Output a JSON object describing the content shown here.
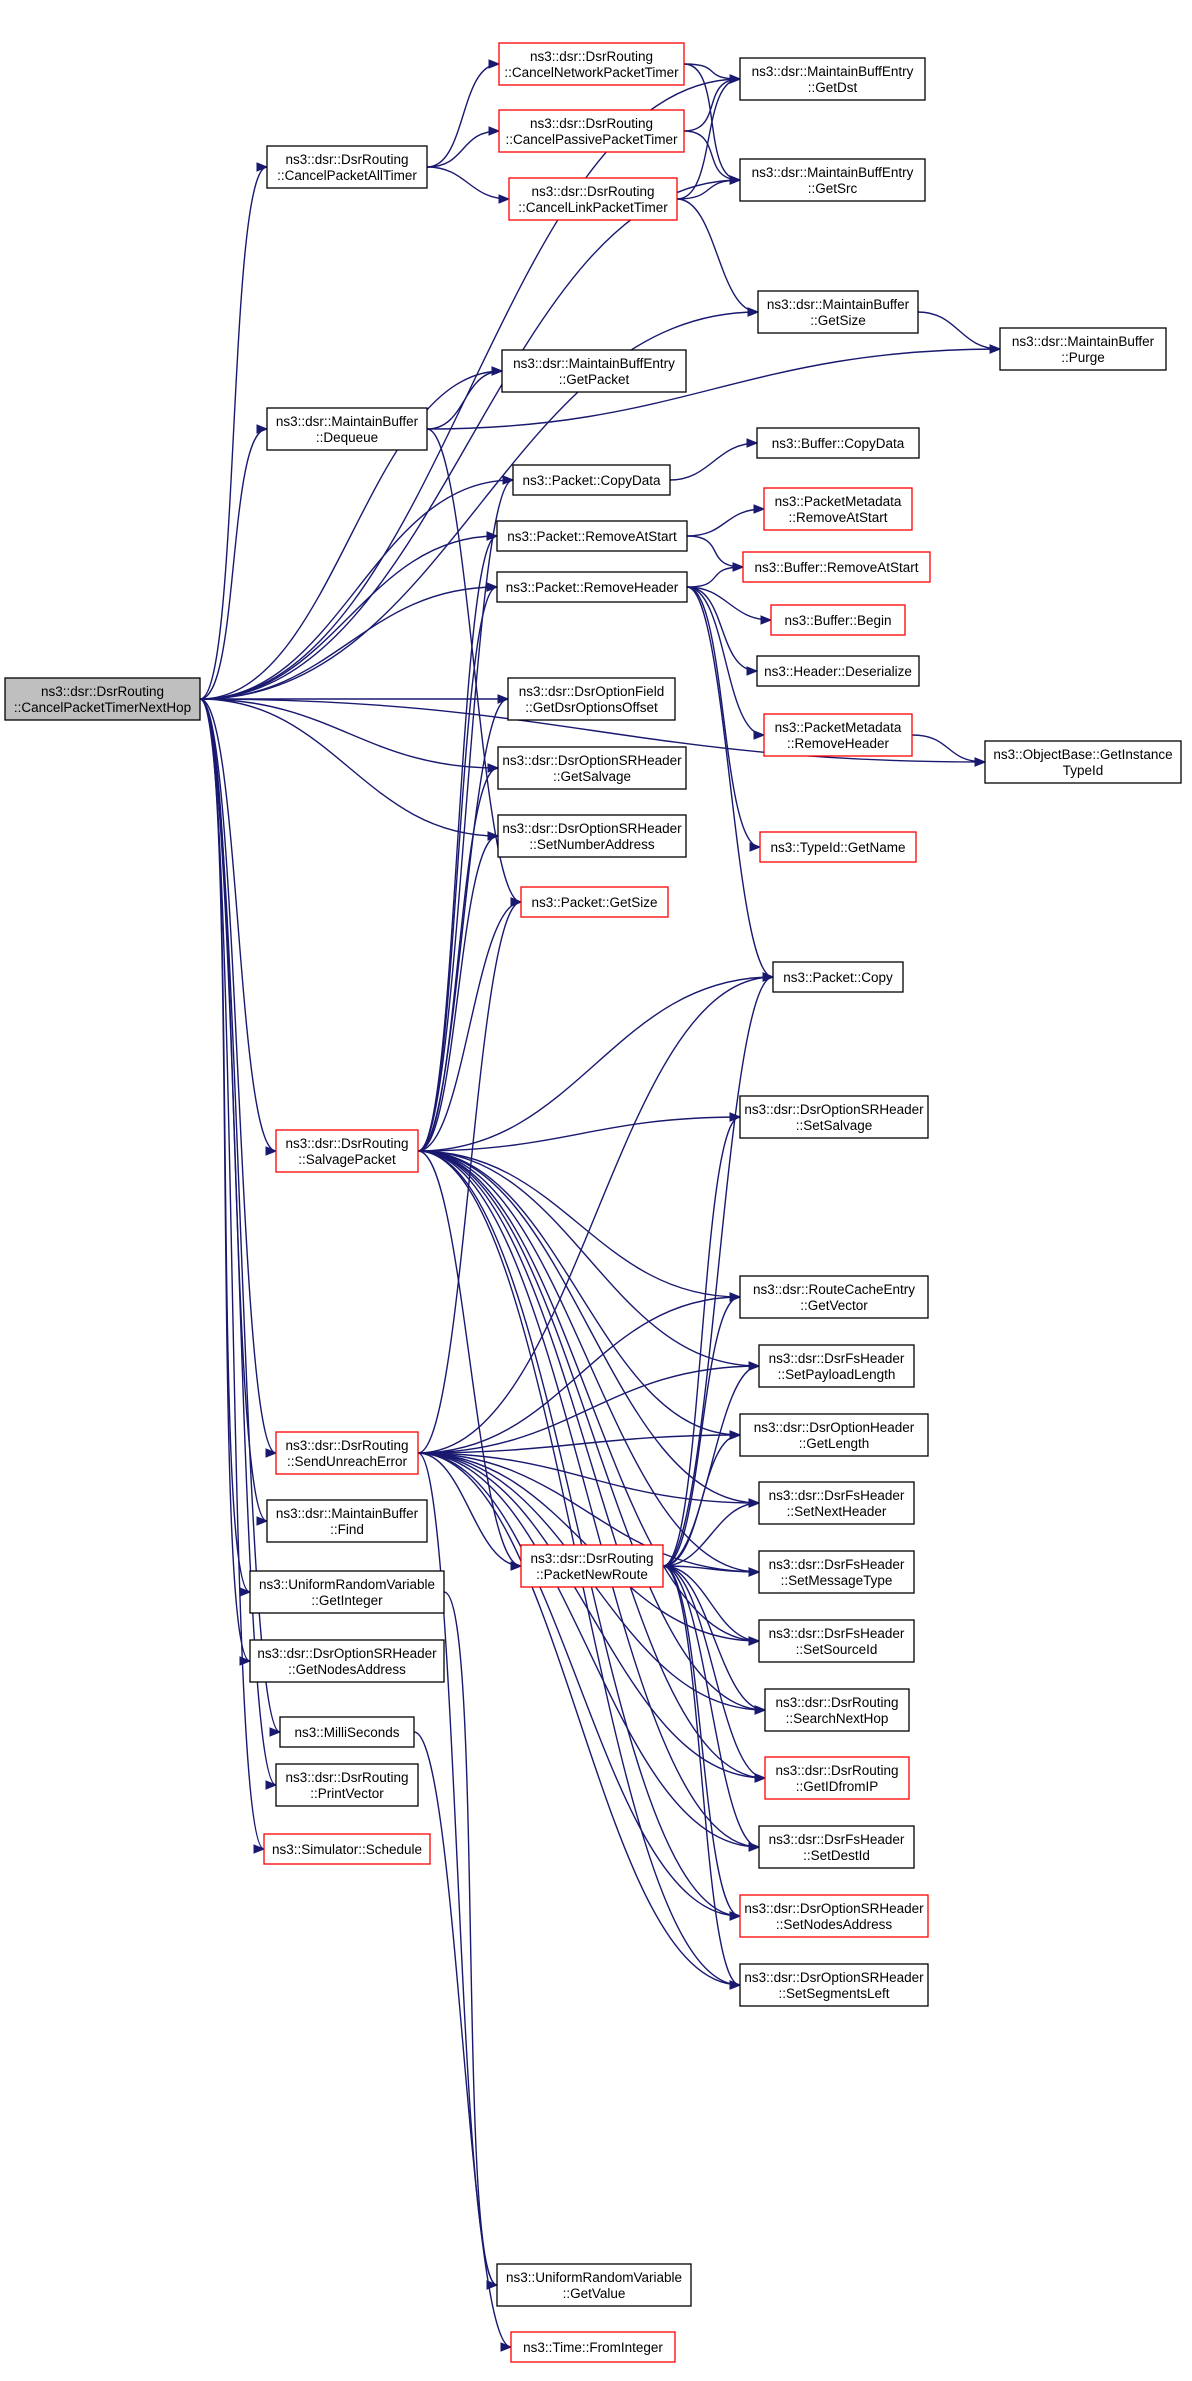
{
  "diagram": {
    "nodes": [
      {
        "id": "root",
        "lines": [
          "ns3::dsr::DsrRouting",
          "::CancelPacketTimerNextHop"
        ],
        "style": "root"
      },
      {
        "id": "cancelPacketAllTimer",
        "lines": [
          "ns3::dsr::DsrRouting",
          "::CancelPacketAllTimer"
        ],
        "style": "black"
      },
      {
        "id": "cancelNetworkPacketTimer",
        "lines": [
          "ns3::dsr::DsrRouting",
          "::CancelNetworkPacketTimer"
        ],
        "style": "red"
      },
      {
        "id": "cancelPassivePacketTimer",
        "lines": [
          "ns3::dsr::DsrRouting",
          "::CancelPassivePacketTimer"
        ],
        "style": "red"
      },
      {
        "id": "cancelLinkPacketTimer",
        "lines": [
          "ns3::dsr::DsrRouting",
          "::CancelLinkPacketTimer"
        ],
        "style": "red"
      },
      {
        "id": "mbeGetDst",
        "lines": [
          "ns3::dsr::MaintainBuffEntry",
          "::GetDst"
        ],
        "style": "black"
      },
      {
        "id": "mbeGetSrc",
        "lines": [
          "ns3::dsr::MaintainBuffEntry",
          "::GetSrc"
        ],
        "style": "black"
      },
      {
        "id": "mbGetSize",
        "lines": [
          "ns3::dsr::MaintainBuffer",
          "::GetSize"
        ],
        "style": "black"
      },
      {
        "id": "mbPurge",
        "lines": [
          "ns3::dsr::MaintainBuffer",
          "::Purge"
        ],
        "style": "black"
      },
      {
        "id": "mbeGetPacket",
        "lines": [
          "ns3::dsr::MaintainBuffEntry",
          "::GetPacket"
        ],
        "style": "black"
      },
      {
        "id": "mbDequeue",
        "lines": [
          "ns3::dsr::MaintainBuffer",
          "::Dequeue"
        ],
        "style": "black"
      },
      {
        "id": "packetCopyData",
        "lines": [
          "ns3::Packet::CopyData"
        ],
        "style": "black"
      },
      {
        "id": "bufferCopyData",
        "lines": [
          "ns3::Buffer::CopyData"
        ],
        "style": "black"
      },
      {
        "id": "packetRemoveAtStart",
        "lines": [
          "ns3::Packet::RemoveAtStart"
        ],
        "style": "black"
      },
      {
        "id": "pmRemoveAtStart",
        "lines": [
          "ns3::PacketMetadata",
          "::RemoveAtStart"
        ],
        "style": "red"
      },
      {
        "id": "bufferRemoveAtStart",
        "lines": [
          "ns3::Buffer::RemoveAtStart"
        ],
        "style": "red"
      },
      {
        "id": "packetRemoveHeader",
        "lines": [
          "ns3::Packet::RemoveHeader"
        ],
        "style": "black"
      },
      {
        "id": "bufferBegin",
        "lines": [
          "ns3::Buffer::Begin"
        ],
        "style": "red"
      },
      {
        "id": "headerDeserialize",
        "lines": [
          "ns3::Header::Deserialize"
        ],
        "style": "black"
      },
      {
        "id": "pmRemoveHeader",
        "lines": [
          "ns3::PacketMetadata",
          "::RemoveHeader"
        ],
        "style": "red"
      },
      {
        "id": "objectBaseGetInstanceTypeId",
        "lines": [
          "ns3::ObjectBase::GetInstance",
          "TypeId"
        ],
        "style": "black"
      },
      {
        "id": "typeIdGetName",
        "lines": [
          "ns3::TypeId::GetName"
        ],
        "style": "red"
      },
      {
        "id": "dofGetDsrOptionsOffset",
        "lines": [
          "ns3::dsr::DsrOptionField",
          "::GetDsrOptionsOffset"
        ],
        "style": "black"
      },
      {
        "id": "srhGetSalvage",
        "lines": [
          "ns3::dsr::DsrOptionSRHeader",
          "::GetSalvage"
        ],
        "style": "black"
      },
      {
        "id": "srhSetNumberAddress",
        "lines": [
          "ns3::dsr::DsrOptionSRHeader",
          "::SetNumberAddress"
        ],
        "style": "black"
      },
      {
        "id": "packetGetSize",
        "lines": [
          "ns3::Packet::GetSize"
        ],
        "style": "red"
      },
      {
        "id": "packetCopy",
        "lines": [
          "ns3::Packet::Copy"
        ],
        "style": "black"
      },
      {
        "id": "salvagePacket",
        "lines": [
          "ns3::dsr::DsrRouting",
          "::SalvagePacket"
        ],
        "style": "red"
      },
      {
        "id": "srhSetSalvage",
        "lines": [
          "ns3::dsr::DsrOptionSRHeader",
          "::SetSalvage"
        ],
        "style": "black"
      },
      {
        "id": "rceGetVector",
        "lines": [
          "ns3::dsr::RouteCacheEntry",
          "::GetVector"
        ],
        "style": "black"
      },
      {
        "id": "fsSetPayloadLength",
        "lines": [
          "ns3::dsr::DsrFsHeader",
          "::SetPayloadLength"
        ],
        "style": "black"
      },
      {
        "id": "sendUnreachError",
        "lines": [
          "ns3::dsr::DsrRouting",
          "::SendUnreachError"
        ],
        "style": "red"
      },
      {
        "id": "ohGetLength",
        "lines": [
          "ns3::dsr::DsrOptionHeader",
          "::GetLength"
        ],
        "style": "black"
      },
      {
        "id": "fsSetNextHeader",
        "lines": [
          "ns3::dsr::DsrFsHeader",
          "::SetNextHeader"
        ],
        "style": "black"
      },
      {
        "id": "mbFind",
        "lines": [
          "ns3::dsr::MaintainBuffer",
          "::Find"
        ],
        "style": "black"
      },
      {
        "id": "packetNewRoute",
        "lines": [
          "ns3::dsr::DsrRouting",
          "::PacketNewRoute"
        ],
        "style": "red"
      },
      {
        "id": "fsSetMessageType",
        "lines": [
          "ns3::dsr::DsrFsHeader",
          "::SetMessageType"
        ],
        "style": "black"
      },
      {
        "id": "urvGetInteger",
        "lines": [
          "ns3::UniformRandomVariable",
          "::GetInteger"
        ],
        "style": "black"
      },
      {
        "id": "fsSetSourceId",
        "lines": [
          "ns3::dsr::DsrFsHeader",
          "::SetSourceId"
        ],
        "style": "black"
      },
      {
        "id": "srhGetNodesAddress",
        "lines": [
          "ns3::dsr::DsrOptionSRHeader",
          "::GetNodesAddress"
        ],
        "style": "black"
      },
      {
        "id": "searchNextHop",
        "lines": [
          "ns3::dsr::DsrRouting",
          "::SearchNextHop"
        ],
        "style": "black"
      },
      {
        "id": "milliSeconds",
        "lines": [
          "ns3::MilliSeconds"
        ],
        "style": "black"
      },
      {
        "id": "getIDfromIP",
        "lines": [
          "ns3::dsr::DsrRouting",
          "::GetIDfromIP"
        ],
        "style": "red"
      },
      {
        "id": "printVector",
        "lines": [
          "ns3::dsr::DsrRouting",
          "::PrintVector"
        ],
        "style": "black"
      },
      {
        "id": "fsSetDestId",
        "lines": [
          "ns3::dsr::DsrFsHeader",
          "::SetDestId"
        ],
        "style": "black"
      },
      {
        "id": "simulatorSchedule",
        "lines": [
          "ns3::Simulator::Schedule"
        ],
        "style": "red"
      },
      {
        "id": "srhSetNodesAddress",
        "lines": [
          "ns3::dsr::DsrOptionSRHeader",
          "::SetNodesAddress"
        ],
        "style": "red"
      },
      {
        "id": "srhSetSegmentsLeft",
        "lines": [
          "ns3::dsr::DsrOptionSRHeader",
          "::SetSegmentsLeft"
        ],
        "style": "black"
      },
      {
        "id": "urvGetValue",
        "lines": [
          "ns3::UniformRandomVariable",
          "::GetValue"
        ],
        "style": "black"
      },
      {
        "id": "timeFromInteger",
        "lines": [
          "ns3::Time::FromInteger"
        ],
        "style": "red"
      }
    ],
    "edges": [
      [
        "root",
        "cancelPacketAllTimer"
      ],
      [
        "root",
        "mbeGetDst"
      ],
      [
        "root",
        "mbeGetSrc"
      ],
      [
        "root",
        "mbGetSize"
      ],
      [
        "root",
        "mbeGetPacket"
      ],
      [
        "root",
        "mbDequeue"
      ],
      [
        "root",
        "packetCopyData"
      ],
      [
        "root",
        "packetRemoveAtStart"
      ],
      [
        "root",
        "packetRemoveHeader"
      ],
      [
        "root",
        "objectBaseGetInstanceTypeId"
      ],
      [
        "root",
        "dofGetDsrOptionsOffset"
      ],
      [
        "root",
        "srhGetSalvage"
      ],
      [
        "root",
        "srhSetNumberAddress"
      ],
      [
        "root",
        "salvagePacket"
      ],
      [
        "root",
        "sendUnreachError"
      ],
      [
        "root",
        "mbFind"
      ],
      [
        "root",
        "urvGetInteger"
      ],
      [
        "root",
        "srhGetNodesAddress"
      ],
      [
        "root",
        "milliSeconds"
      ],
      [
        "root",
        "printVector"
      ],
      [
        "root",
        "simulatorSchedule"
      ],
      [
        "cancelPacketAllTimer",
        "cancelNetworkPacketTimer"
      ],
      [
        "cancelPacketAllTimer",
        "cancelPassivePacketTimer"
      ],
      [
        "cancelPacketAllTimer",
        "cancelLinkPacketTimer"
      ],
      [
        "cancelNetworkPacketTimer",
        "mbeGetDst"
      ],
      [
        "cancelNetworkPacketTimer",
        "mbeGetSrc"
      ],
      [
        "cancelPassivePacketTimer",
        "mbeGetDst"
      ],
      [
        "cancelPassivePacketTimer",
        "mbeGetSrc"
      ],
      [
        "cancelLinkPacketTimer",
        "mbeGetDst"
      ],
      [
        "cancelLinkPacketTimer",
        "mbeGetSrc"
      ],
      [
        "cancelLinkPacketTimer",
        "mbGetSize"
      ],
      [
        "mbGetSize",
        "mbPurge"
      ],
      [
        "mbDequeue",
        "mbeGetPacket"
      ],
      [
        "mbDequeue",
        "mbPurge"
      ],
      [
        "mbDequeue",
        "packetGetSize"
      ],
      [
        "packetCopyData",
        "bufferCopyData"
      ],
      [
        "packetRemoveAtStart",
        "pmRemoveAtStart"
      ],
      [
        "packetRemoveAtStart",
        "bufferRemoveAtStart"
      ],
      [
        "packetRemoveHeader",
        "bufferRemoveAtStart"
      ],
      [
        "packetRemoveHeader",
        "bufferBegin"
      ],
      [
        "packetRemoveHeader",
        "headerDeserialize"
      ],
      [
        "packetRemoveHeader",
        "pmRemoveHeader"
      ],
      [
        "packetRemoveHeader",
        "typeIdGetName"
      ],
      [
        "packetRemoveHeader",
        "packetCopy"
      ],
      [
        "pmRemoveHeader",
        "objectBaseGetInstanceTypeId"
      ],
      [
        "salvagePacket",
        "packetCopyData"
      ],
      [
        "salvagePacket",
        "packetRemoveAtStart"
      ],
      [
        "salvagePacket",
        "packetRemoveHeader"
      ],
      [
        "salvagePacket",
        "dofGetDsrOptionsOffset"
      ],
      [
        "salvagePacket",
        "srhGetSalvage"
      ],
      [
        "salvagePacket",
        "srhSetNumberAddress"
      ],
      [
        "salvagePacket",
        "packetGetSize"
      ],
      [
        "salvagePacket",
        "packetCopy"
      ],
      [
        "salvagePacket",
        "srhSetSalvage"
      ],
      [
        "salvagePacket",
        "rceGetVector"
      ],
      [
        "salvagePacket",
        "fsSetPayloadLength"
      ],
      [
        "salvagePacket",
        "ohGetLength"
      ],
      [
        "salvagePacket",
        "fsSetNextHeader"
      ],
      [
        "salvagePacket",
        "packetNewRoute"
      ],
      [
        "salvagePacket",
        "fsSetMessageType"
      ],
      [
        "salvagePacket",
        "fsSetSourceId"
      ],
      [
        "salvagePacket",
        "searchNextHop"
      ],
      [
        "salvagePacket",
        "getIDfromIP"
      ],
      [
        "salvagePacket",
        "fsSetDestId"
      ],
      [
        "salvagePacket",
        "srhSetNodesAddress"
      ],
      [
        "salvagePacket",
        "srhSetSegmentsLeft"
      ],
      [
        "sendUnreachError",
        "packetGetSize"
      ],
      [
        "sendUnreachError",
        "packetCopy"
      ],
      [
        "sendUnreachError",
        "rceGetVector"
      ],
      [
        "sendUnreachError",
        "fsSetPayloadLength"
      ],
      [
        "sendUnreachError",
        "ohGetLength"
      ],
      [
        "sendUnreachError",
        "fsSetNextHeader"
      ],
      [
        "sendUnreachError",
        "packetNewRoute"
      ],
      [
        "sendUnreachError",
        "fsSetMessageType"
      ],
      [
        "sendUnreachError",
        "fsSetSourceId"
      ],
      [
        "sendUnreachError",
        "searchNextHop"
      ],
      [
        "sendUnreachError",
        "getIDfromIP"
      ],
      [
        "sendUnreachError",
        "fsSetDestId"
      ],
      [
        "sendUnreachError",
        "srhSetNodesAddress"
      ],
      [
        "sendUnreachError",
        "srhSetSegmentsLeft"
      ],
      [
        "sendUnreachError",
        "urvGetValue"
      ],
      [
        "packetNewRoute",
        "packetCopy"
      ],
      [
        "packetNewRoute",
        "srhSetSalvage"
      ],
      [
        "packetNewRoute",
        "rceGetVector"
      ],
      [
        "packetNewRoute",
        "fsSetPayloadLength"
      ],
      [
        "packetNewRoute",
        "ohGetLength"
      ],
      [
        "packetNewRoute",
        "fsSetNextHeader"
      ],
      [
        "packetNewRoute",
        "fsSetMessageType"
      ],
      [
        "packetNewRoute",
        "fsSetSourceId"
      ],
      [
        "packetNewRoute",
        "searchNextHop"
      ],
      [
        "packetNewRoute",
        "getIDfromIP"
      ],
      [
        "packetNewRoute",
        "fsSetDestId"
      ],
      [
        "packetNewRoute",
        "srhSetNodesAddress"
      ],
      [
        "packetNewRoute",
        "srhSetSegmentsLeft"
      ],
      [
        "urvGetInteger",
        "urvGetValue"
      ],
      [
        "milliSeconds",
        "timeFromInteger"
      ]
    ]
  }
}
